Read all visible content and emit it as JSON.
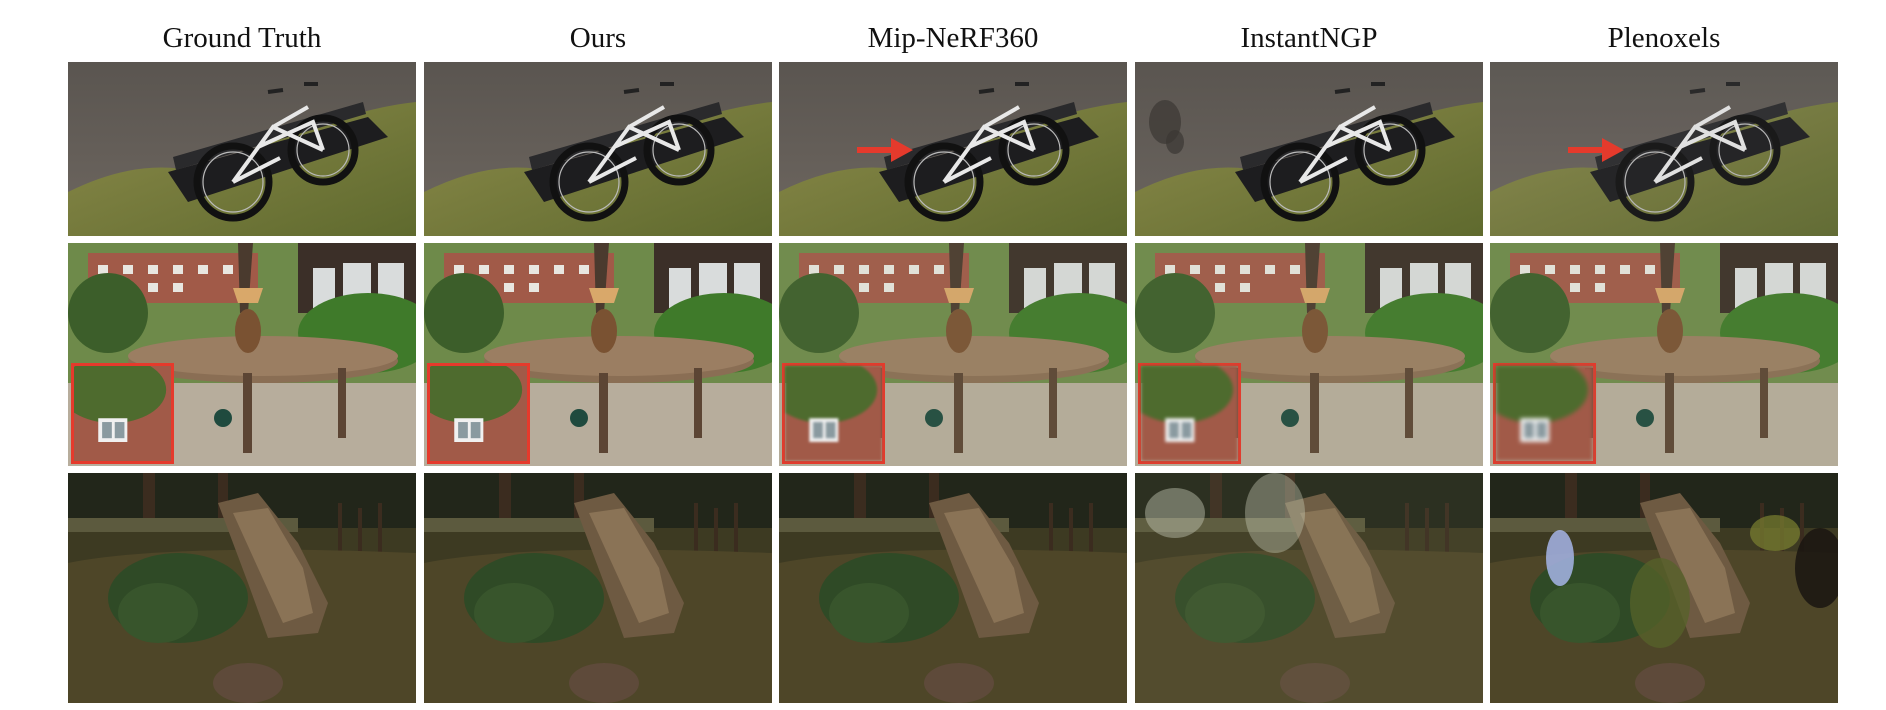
{
  "columns": [
    {
      "label": "Ground Truth"
    },
    {
      "label": "Ours"
    },
    {
      "label": "Mip-NeRF360"
    },
    {
      "label": "InstantNGP"
    },
    {
      "label": "Plenoxels"
    }
  ],
  "rows": [
    {
      "scene": "bicycle"
    },
    {
      "scene": "garden"
    },
    {
      "scene": "stump"
    }
  ],
  "colors": {
    "highlight": "#e53a2c"
  }
}
